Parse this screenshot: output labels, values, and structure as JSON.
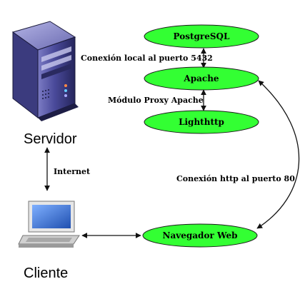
{
  "colors": {
    "node_fill": "#33ff33",
    "node_stroke": "#1a1a1a",
    "server_body": "#3f3f8c",
    "laptop_body": "#d9d9d9",
    "laptop_screen": "#2f6fd1",
    "edge": "#111111"
  },
  "nodes": {
    "postgresql": "PostgreSQL",
    "apache": "Apache",
    "lighthttp": "Lighthttp",
    "browser": "Navegador Web"
  },
  "icons": {
    "server": "server-tower-icon",
    "client": "laptop-icon"
  },
  "labels": {
    "server": "Servidor",
    "client": "Cliente",
    "internet": "Internet",
    "local_connection": "Conexión local al puerto 5432",
    "proxy_module": "Módulo Proxy Apache",
    "http_connection": "Conexión http al puerto 80"
  }
}
